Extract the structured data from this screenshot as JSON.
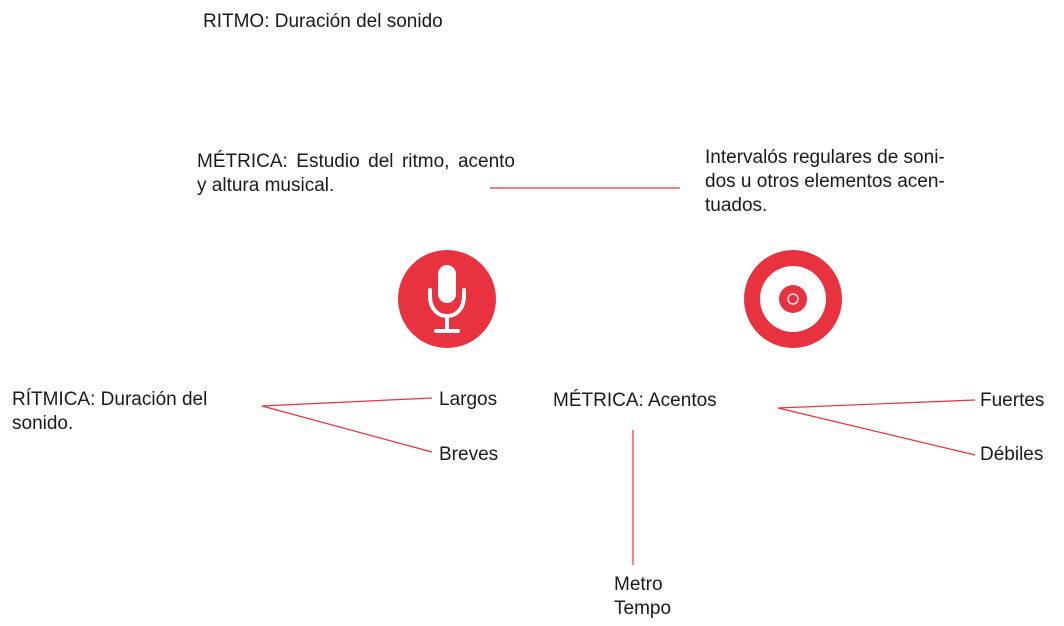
{
  "colors": {
    "accent": "#e8323f",
    "text": "#1a1a1a",
    "background": "#ffffff"
  },
  "icons": [
    "microphone-icon",
    "target-icon"
  ],
  "texts": {
    "title": "RITMO: Duración del sonido",
    "metrica_def": "MÉTRICA: Estudio del ritmo, acento y altura musical.",
    "intervalos_def": "Intervalós regulares de soni-\ndos u otros elementos acen-\ntuados.",
    "ritmica": "RÍTMICA: Duración del\nsonido.",
    "largos": "Largos",
    "breves": "Breves",
    "metrica_acentos": "MÉTRICA: Acentos",
    "fuertes": "Fuertes",
    "debiles": "Débiles",
    "metro_tempo": "Metro\nTempo"
  }
}
